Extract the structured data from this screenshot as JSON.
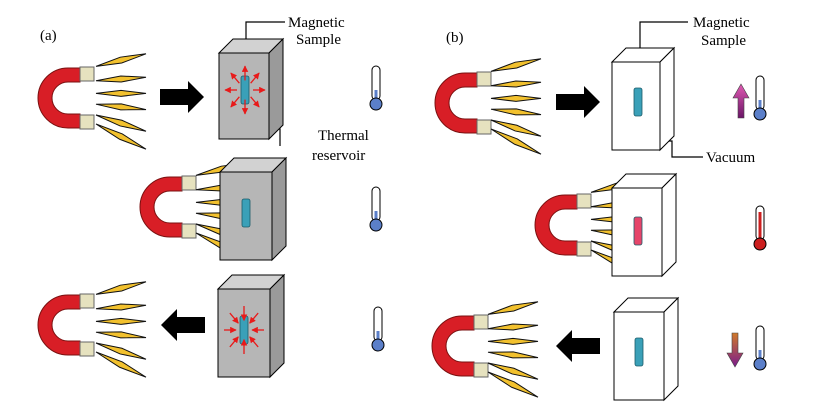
{
  "panels": [
    {
      "label": "(a)",
      "callouts": {
        "sample": [
          "Magnetic",
          "Sample"
        ],
        "reservoir": [
          "Thermal",
          "reservoir"
        ]
      }
    },
    {
      "label": "(b)",
      "callouts": {
        "sample": [
          "Magnetic",
          "Sample"
        ],
        "vacuum": [
          "Vacuum"
        ]
      }
    }
  ],
  "colors": {
    "magnet": "#d81e26",
    "magnet_pole": "#e6e2bf",
    "field_line": "#f2c12e",
    "reservoir_face": "#b6b6b6",
    "sample": "#3aa0b8",
    "sample_hot": "#e6456a",
    "arrow": "#000000",
    "heat_arrow": "#e81a1a",
    "thermometer_cold": "#5b7fc9",
    "thermometer_hot": "#cc1f1f",
    "temp_arrow": "#8e1a78"
  }
}
